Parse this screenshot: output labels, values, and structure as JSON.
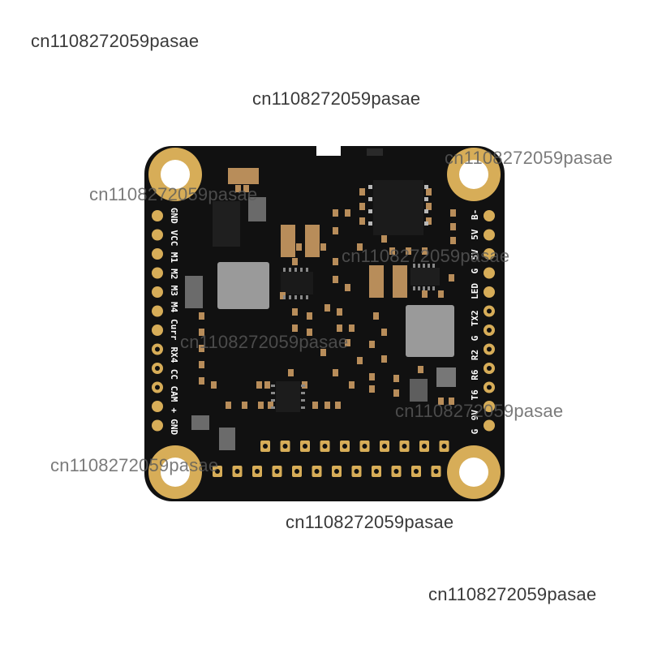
{
  "watermark": {
    "text": "cn1108272059pasae"
  },
  "board": {
    "colors": {
      "pcb": "#111111",
      "pad": "#d7ad58",
      "pad_hole": "#ffffff",
      "silkscreen": "#ffffff",
      "smd_brown": "#b88d5a",
      "inductor": "#9a9a9a"
    },
    "left_labels": [
      "GND",
      "VCC",
      "M1",
      "M2",
      "M3",
      "M4",
      "Curr",
      "RX4",
      "CC",
      "CAM",
      "+",
      "GND"
    ],
    "right_labels": [
      "G",
      "9V",
      "T6",
      "R6",
      "R2",
      "G",
      "TX2",
      "LED",
      "G",
      "5V",
      "5V",
      "B-"
    ]
  }
}
